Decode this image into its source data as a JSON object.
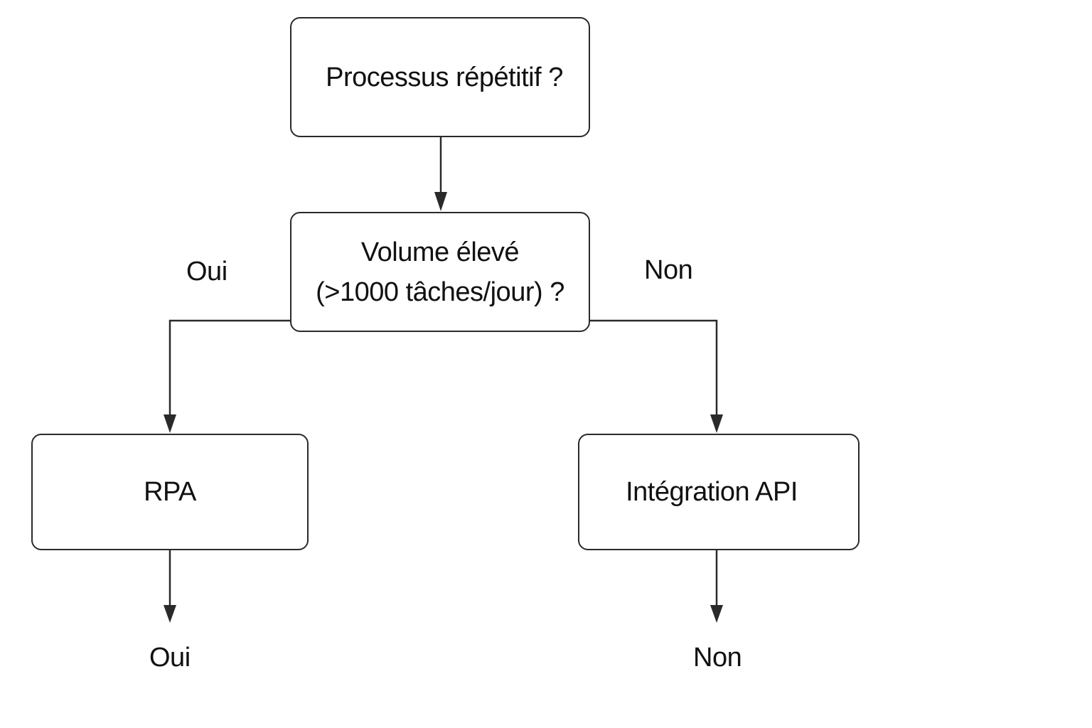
{
  "diagram": {
    "nodes": {
      "q1": {
        "line1": "Processus répétitif ?"
      },
      "q2": {
        "line1": "Volume élevé",
        "line2": "(>1000 tâches/jour) ?"
      },
      "rpa": {
        "line1": "RPA"
      },
      "api": {
        "line1": "Intégration API"
      }
    },
    "edge_labels": {
      "yes_branch": "Oui",
      "no_branch": "Non"
    },
    "outcomes": {
      "left": "Oui",
      "right": "Non"
    },
    "colors": {
      "stroke": "#2a2a2a",
      "text": "#111111",
      "background": "#ffffff"
    }
  }
}
